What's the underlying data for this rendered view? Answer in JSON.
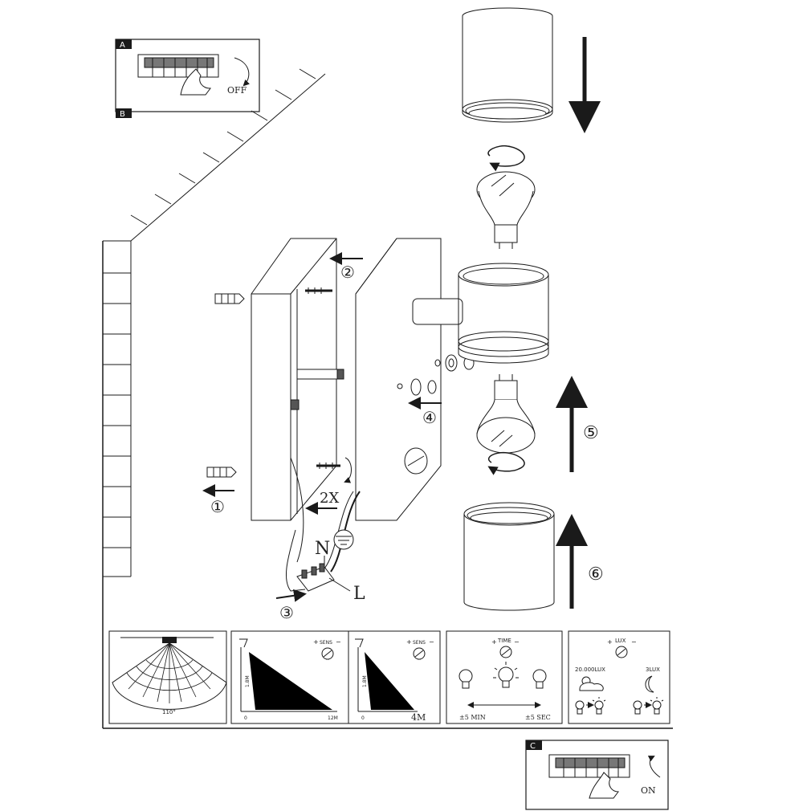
{
  "panels": {
    "a": {
      "letter": "A",
      "sub_letter": "B",
      "switch_label": "OFF"
    },
    "c": {
      "letter": "C",
      "switch_label": "ON"
    }
  },
  "steps": {
    "s1": "①",
    "s2": "②",
    "s3": "③",
    "s4": "④",
    "s5": "⑤",
    "s6": "⑥",
    "screw_count": "2X"
  },
  "wiring": {
    "neutral": "N",
    "live": "L"
  },
  "sensor_panels": {
    "detection_angle": "110°",
    "height": "1.8M",
    "sens_label": "SENS",
    "plus": "+",
    "minus": "−",
    "range_max": "12M",
    "range_min": "4M",
    "origin": "0",
    "time_label": "TIME",
    "time_min": "±5 MIN",
    "time_max": "±5 SEC",
    "lux_label": "LUX",
    "lux_day": "20.000LUX",
    "lux_night": "3LUX"
  },
  "colors": {
    "line": "#1a1a1a",
    "fill": "#000000",
    "bg": "#ffffff"
  }
}
